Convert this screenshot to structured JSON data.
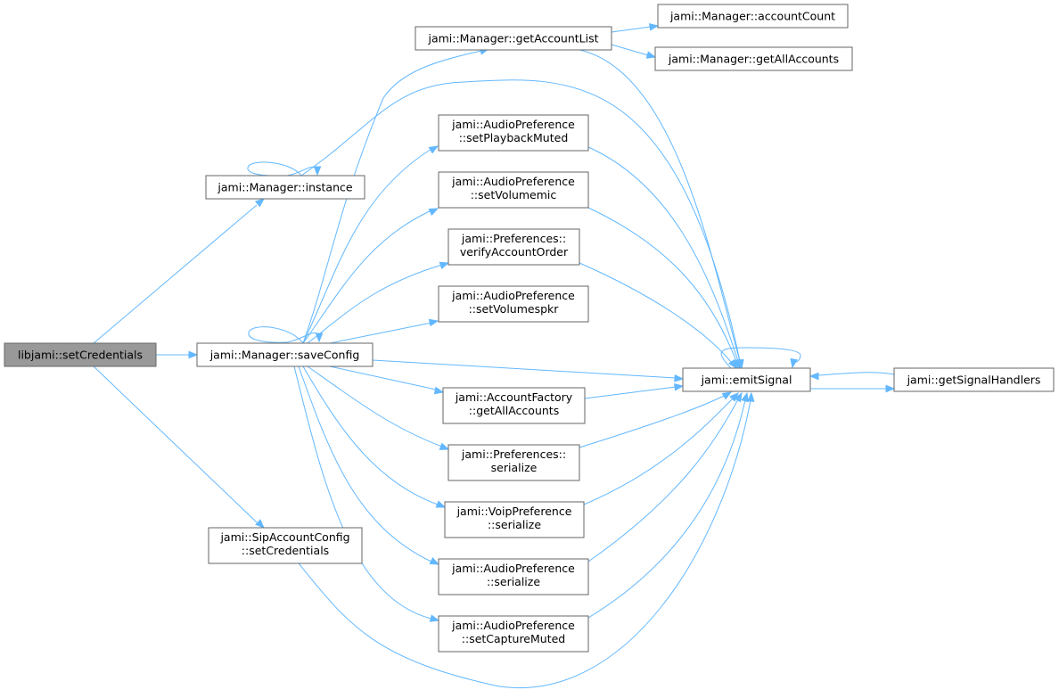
{
  "colors": {
    "edge": "#63b8ff",
    "node_border": "#666666",
    "root_fill": "#999999",
    "node_fill": "#ffffff"
  },
  "nodes": {
    "root": [
      "libjami::setCredentials"
    ],
    "instance": [
      "jami::Manager::instance"
    ],
    "saveConfig": [
      "jami::Manager::saveConfig"
    ],
    "sipSetCred": [
      "jami::SipAccountConfig",
      "::setCredentials"
    ],
    "getAccountList": [
      "jami::Manager::getAccountList"
    ],
    "accountCount": [
      "jami::Manager::accountCount"
    ],
    "mgrGetAll": [
      "jami::Manager::getAllAccounts"
    ],
    "setPlaybackMuted": [
      "jami::AudioPreference",
      "::setPlaybackMuted"
    ],
    "setVolumemic": [
      "jami::AudioPreference",
      "::setVolumemic"
    ],
    "verifyAccountOrder": [
      "jami::Preferences::",
      "verifyAccountOrder"
    ],
    "setVolumespkr": [
      "jami::AudioPreference",
      "::setVolumespkr"
    ],
    "factoryGetAll": [
      "jami::AccountFactory",
      "::getAllAccounts"
    ],
    "prefSerialize": [
      "jami::Preferences::",
      "serialize"
    ],
    "voipSerialize": [
      "jami::VoipPreference",
      "::serialize"
    ],
    "audioSerialize": [
      "jami::AudioPreference",
      "::serialize"
    ],
    "setCaptureMuted": [
      "jami::AudioPreference",
      "::setCaptureMuted"
    ],
    "emitSignal": [
      "jami::emitSignal"
    ],
    "getSignalHandlers": [
      "jami::getSignalHandlers"
    ]
  },
  "edges": [
    [
      "root",
      "instance"
    ],
    [
      "root",
      "saveConfig"
    ],
    [
      "root",
      "sipSetCred"
    ],
    [
      "instance",
      "instance"
    ],
    [
      "instance",
      "emitSignal"
    ],
    [
      "saveConfig",
      "saveConfig"
    ],
    [
      "saveConfig",
      "getAccountList"
    ],
    [
      "saveConfig",
      "setPlaybackMuted"
    ],
    [
      "saveConfig",
      "setVolumemic"
    ],
    [
      "saveConfig",
      "verifyAccountOrder"
    ],
    [
      "saveConfig",
      "setVolumespkr"
    ],
    [
      "saveConfig",
      "emitSignal"
    ],
    [
      "saveConfig",
      "factoryGetAll"
    ],
    [
      "saveConfig",
      "prefSerialize"
    ],
    [
      "saveConfig",
      "voipSerialize"
    ],
    [
      "saveConfig",
      "audioSerialize"
    ],
    [
      "saveConfig",
      "setCaptureMuted"
    ],
    [
      "getAccountList",
      "accountCount"
    ],
    [
      "getAccountList",
      "mgrGetAll"
    ],
    [
      "getAccountList",
      "emitSignal"
    ],
    [
      "setPlaybackMuted",
      "emitSignal"
    ],
    [
      "setVolumemic",
      "emitSignal"
    ],
    [
      "verifyAccountOrder",
      "emitSignal"
    ],
    [
      "factoryGetAll",
      "emitSignal"
    ],
    [
      "prefSerialize",
      "emitSignal"
    ],
    [
      "voipSerialize",
      "emitSignal"
    ],
    [
      "audioSerialize",
      "emitSignal"
    ],
    [
      "setCaptureMuted",
      "emitSignal"
    ],
    [
      "sipSetCred",
      "emitSignal"
    ],
    [
      "emitSignal",
      "emitSignal"
    ],
    [
      "emitSignal",
      "getSignalHandlers"
    ],
    [
      "getSignalHandlers",
      "emitSignal"
    ]
  ]
}
